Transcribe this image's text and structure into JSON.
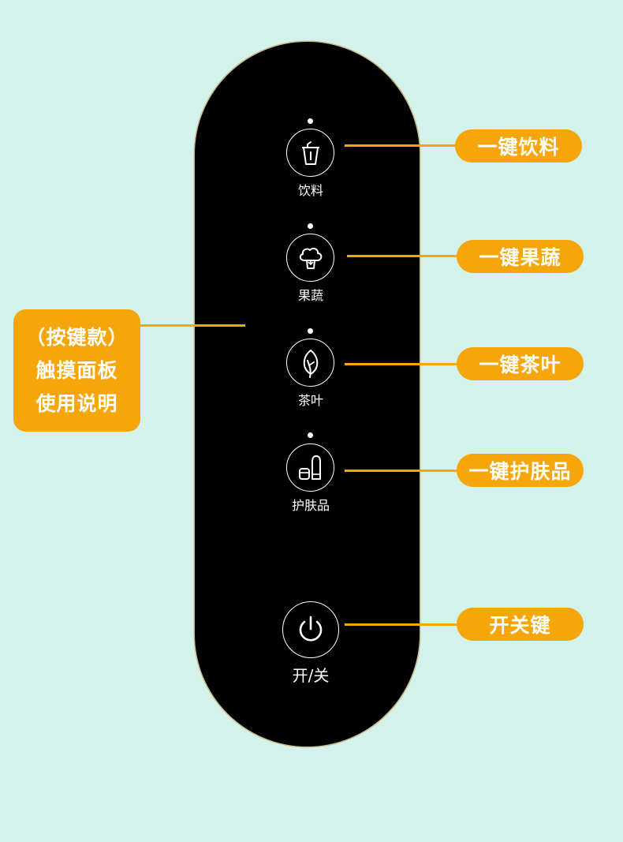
{
  "panel": {
    "buttons": [
      {
        "id": "drink",
        "icon": "cup-icon",
        "label": "饮料",
        "callout": "一键饮料"
      },
      {
        "id": "fruit",
        "icon": "broccoli-icon",
        "label": "果蔬",
        "callout": "一键果蔬"
      },
      {
        "id": "tea",
        "icon": "leaf-icon",
        "label": "茶叶",
        "callout": "一键茶叶"
      },
      {
        "id": "skincare",
        "icon": "bottles-icon",
        "label": "护肤品",
        "callout": "一键护肤品"
      }
    ],
    "power": {
      "icon": "power-icon",
      "label": "开/关",
      "callout": "开关键"
    }
  },
  "main_callout": {
    "lines": [
      "（按键款）",
      "触摸面板",
      "使用说明"
    ]
  },
  "colors": {
    "background": "#d2f2ea",
    "panel": "#000000",
    "accent": "#f6a60a",
    "text_on_panel": "#ffffff"
  }
}
